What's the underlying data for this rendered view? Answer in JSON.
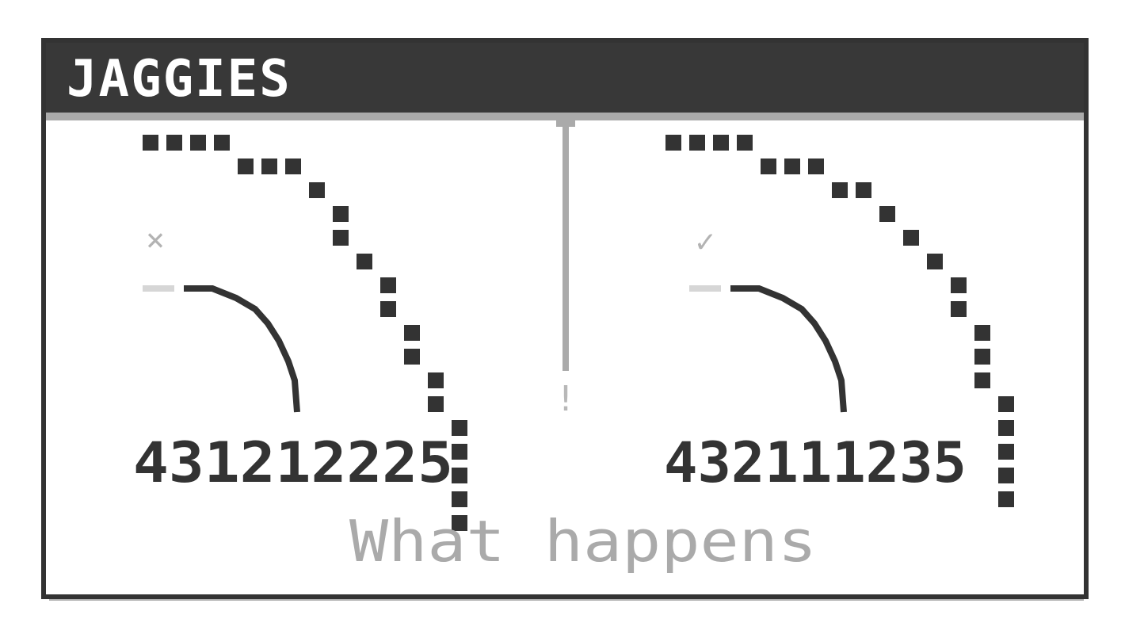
{
  "window": {
    "title": "JAGGIES"
  },
  "panels": [
    {
      "id": "left",
      "mark": "×",
      "run_code": "431212225"
    },
    {
      "id": "right",
      "mark": "✓",
      "run_code": "432111235"
    }
  ],
  "divider_label": "!",
  "caption": "What happens",
  "colors": {
    "ink": "#333333",
    "frame": "#383838",
    "gray": "#aaaaaa",
    "paper": "#ffffff"
  }
}
